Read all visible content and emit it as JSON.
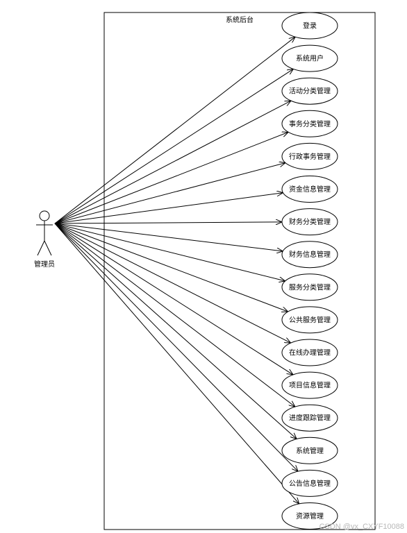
{
  "diagram": {
    "system_title": "系統后台",
    "actor": {
      "label": "管理员"
    },
    "use_cases": [
      "登录",
      "系统用户",
      "活动分类管理",
      "事务分类管理",
      "行政事务管理",
      "资金信息管理",
      "财务分类管理",
      "财务信息管理",
      "服务分类管理",
      "公共服务管理",
      "在线办理管理",
      "项目信息管理",
      "进度跟踪管理",
      "系统管理",
      "公告信息管理",
      "资源管理"
    ]
  },
  "watermark": "CSDN @vx_CXYF10088"
}
